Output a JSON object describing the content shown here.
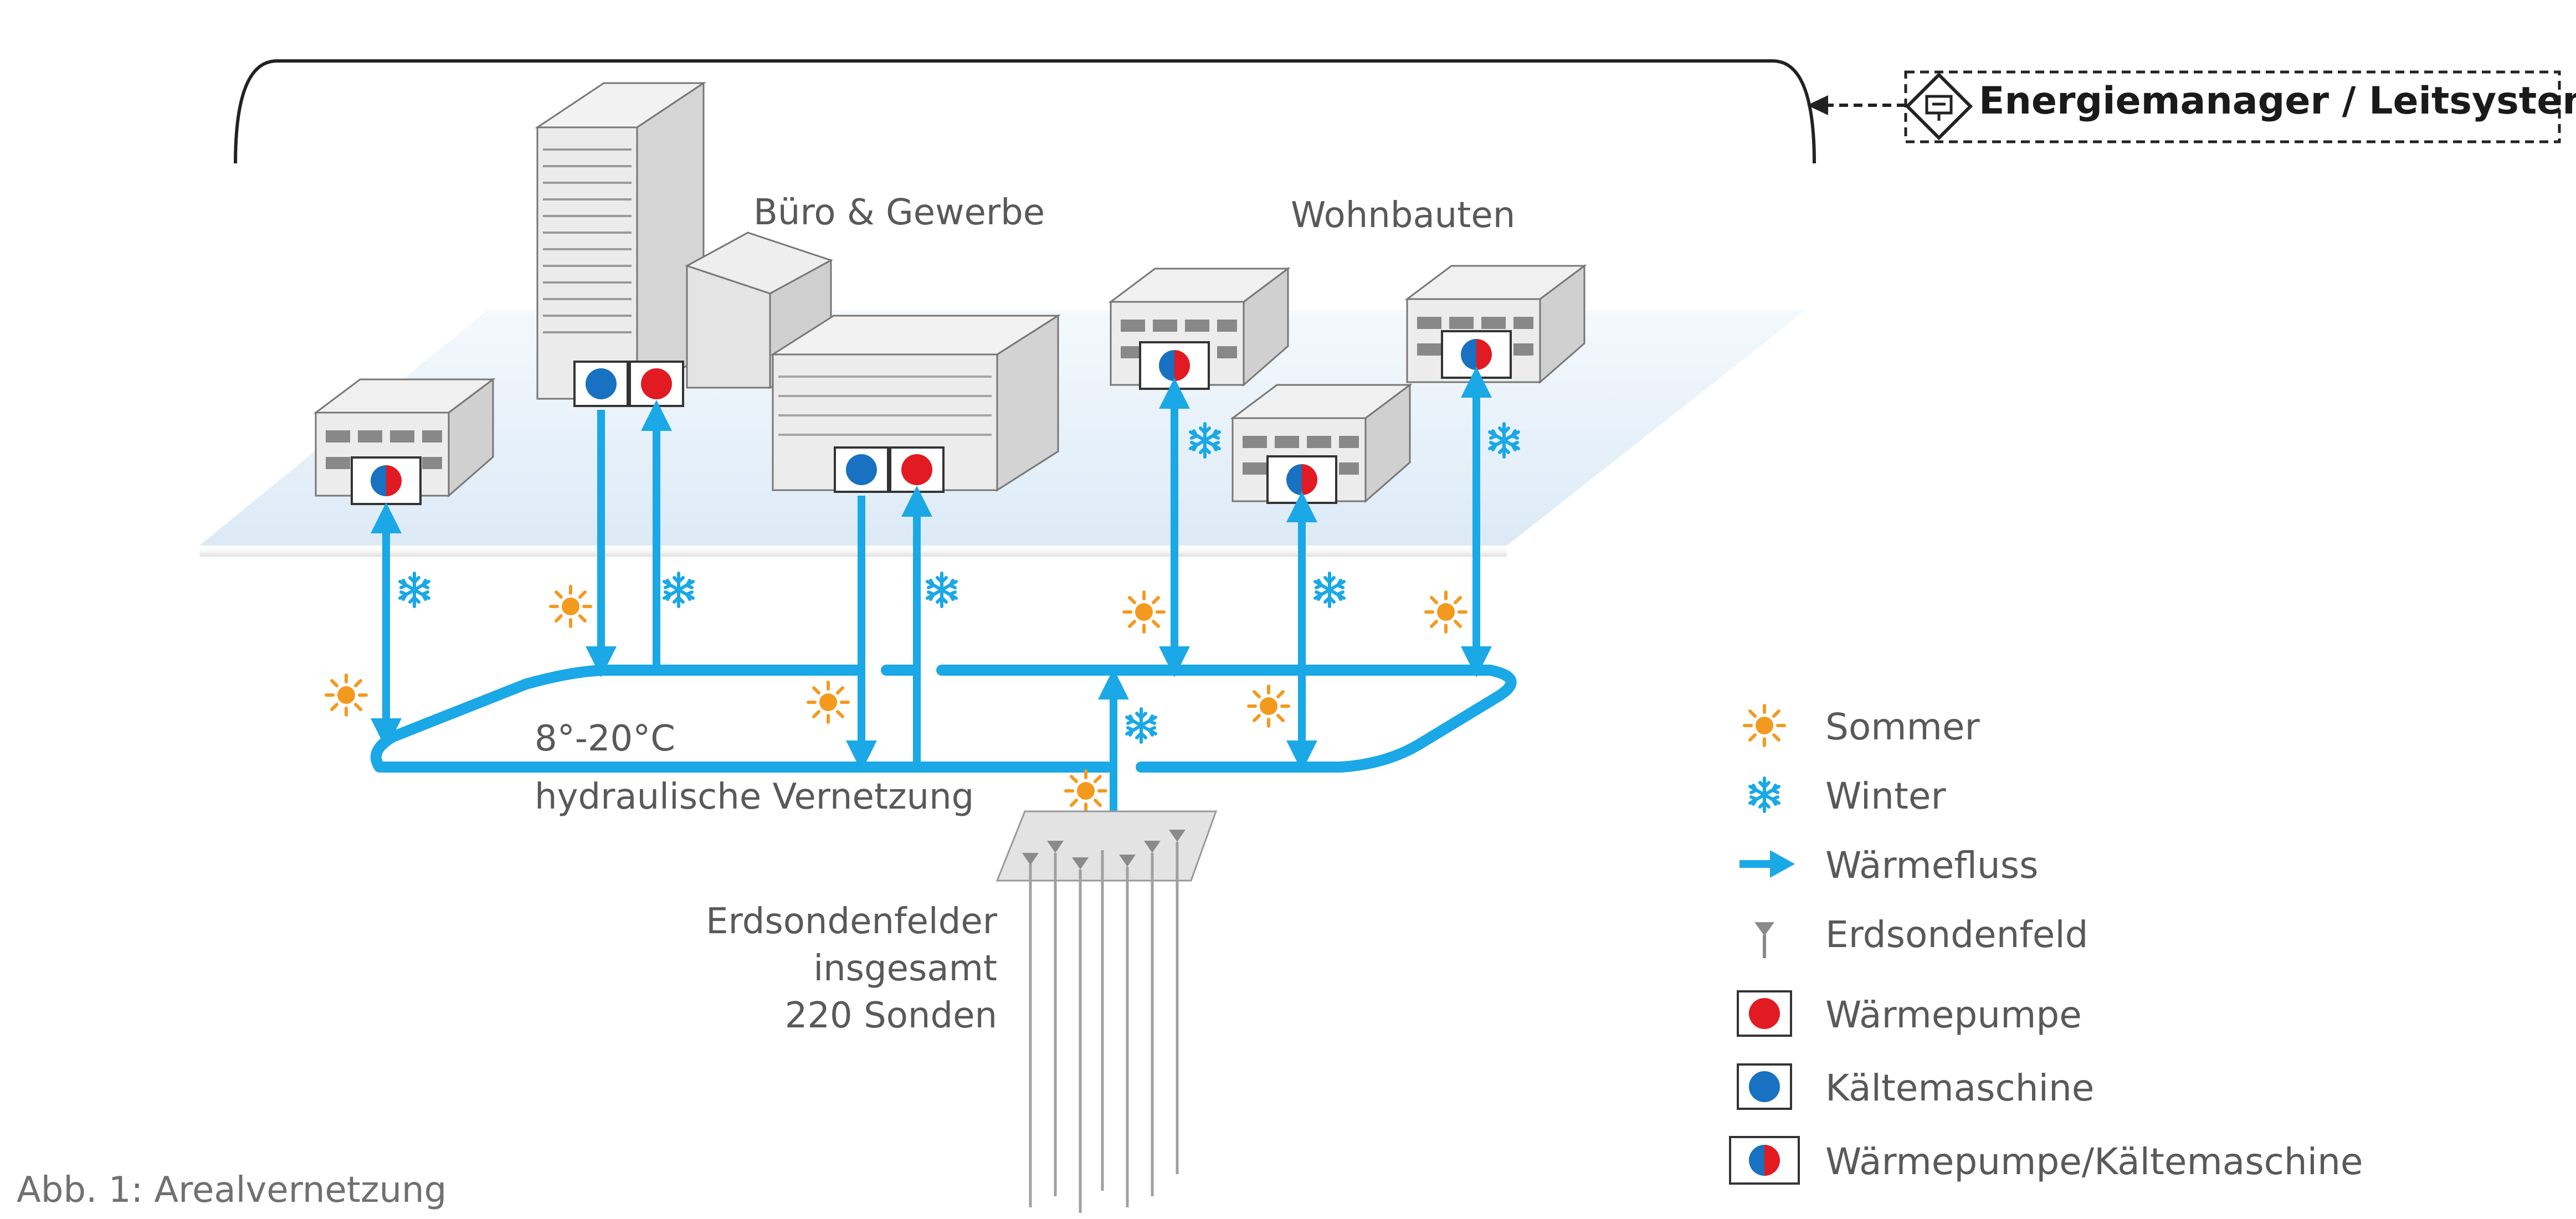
{
  "manager": {
    "label": "Energiemanager / Leitsystem",
    "icon": "control-system-icon"
  },
  "groups": {
    "office": "Büro & Gewerbe",
    "residential": "Wohnbauten"
  },
  "network": {
    "temperature": "8°-20°C",
    "label": "hydraulische Vernetzung"
  },
  "borefield": {
    "line1": "Erdsondenfelder",
    "line2": "insgesamt",
    "line3": "220 Sonden"
  },
  "legend": {
    "summer": "Sommer",
    "winter": "Winter",
    "heat_flow": "Wärmefluss",
    "borefield": "Erdsondenfeld",
    "heat_pump": "Wärmepumpe",
    "chiller": "Kältemaschine",
    "combined": "Wärmepumpe/Kältemaschine"
  },
  "caption": "Abb. 1: Arealvernetzung",
  "colors": {
    "flow": "#1aa8e6",
    "heat_pump": "#e21a22",
    "chiller": "#1871c1",
    "sun": "#f39a1e",
    "snow": "#1aa8e6",
    "platform": "#e7f1fa"
  }
}
